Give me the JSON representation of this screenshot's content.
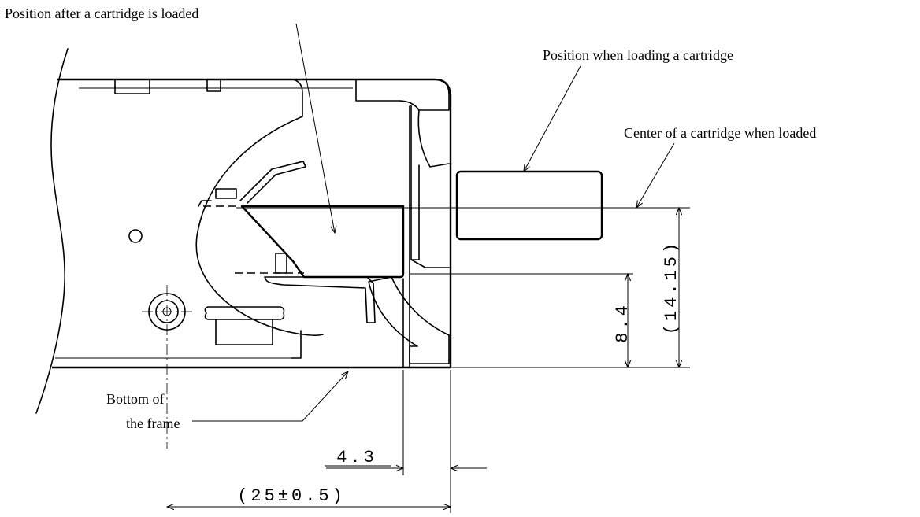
{
  "labels": {
    "position_after_loaded": "Position after a cartridge is loaded",
    "position_when_loading": "Position when loading a cartridge",
    "center_when_loaded": "Center of a cartridge when loaded",
    "bottom_of_frame_line1": "Bottom of",
    "bottom_of_frame_line2": "the frame"
  },
  "dimensions": {
    "height_small": "8.4",
    "height_large": "(14.15)",
    "offset": "4.3",
    "width_total": "(25±0.5)"
  }
}
